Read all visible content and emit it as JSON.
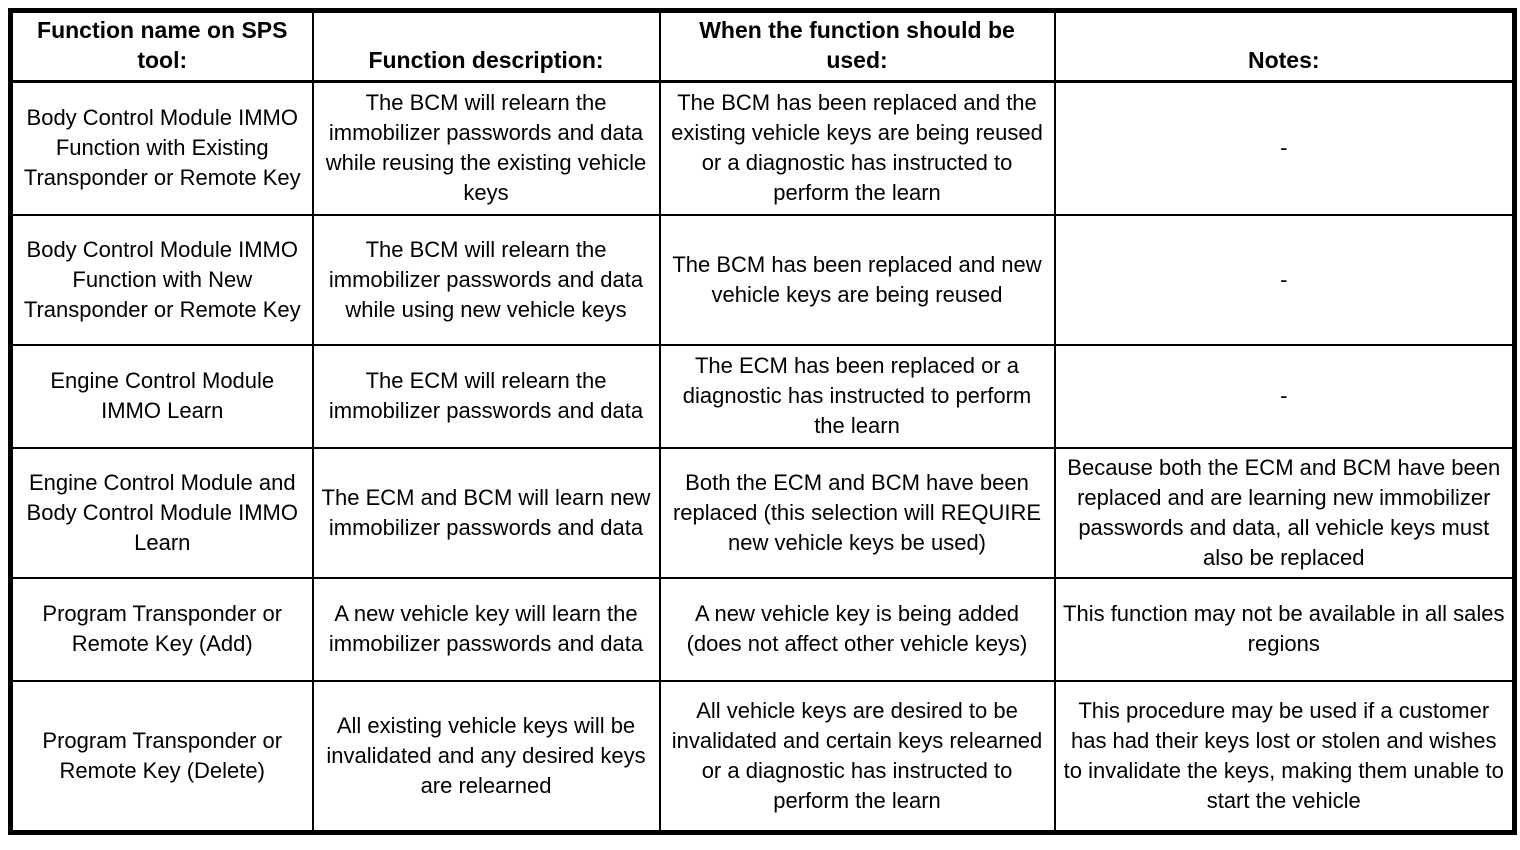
{
  "table": {
    "columns": [
      "Function name on SPS tool:",
      "Function description:",
      "When the function should be used:",
      "Notes:"
    ],
    "rows": [
      {
        "cells": [
          "Body Control Module IMMO Function with Existing Transponder or Remote Key",
          "The BCM will relearn the immobilizer passwords and data while reusing the existing vehicle keys",
          "The BCM has been replaced and the existing vehicle keys are being reused or a diagnostic has instructed to perform the learn",
          "-"
        ]
      },
      {
        "cells": [
          "Body Control Module IMMO Function with New Transponder or Remote Key",
          "The BCM will relearn the immobilizer passwords and data while using new vehicle keys",
          "The BCM has been replaced and new vehicle keys are being reused",
          "-"
        ]
      },
      {
        "cells": [
          "Engine Control Module IMMO Learn",
          "The ECM will relearn the immobilizer passwords and data",
          "The ECM has been replaced or a diagnostic has instructed to perform the learn",
          "-"
        ]
      },
      {
        "cells": [
          "Engine Control Module and Body Control Module IMMO Learn",
          "The ECM and BCM will learn new immobilizer passwords and data",
          "Both the ECM and BCM have been replaced (this selection will REQUIRE new vehicle keys be used)",
          "Because both the ECM and BCM have been replaced and are learning new immobilizer passwords and data, all vehicle keys must also be replaced"
        ]
      },
      {
        "cells": [
          "Program Transponder or Remote Key (Add)",
          "A new vehicle key will learn the immobilizer passwords and data",
          "A new vehicle key is being added (does not affect other vehicle keys)",
          "This function may not be available in all sales regions"
        ]
      },
      {
        "cells": [
          "Program Transponder or Remote Key (Delete)",
          "All existing vehicle keys will be invalidated and any desired keys are relearned",
          "All vehicle keys are desired to be invalidated and certain keys relearned or a diagnostic has instructed to perform the learn",
          "This procedure may be used if a customer has had their keys lost or stolen and wishes to invalidate the keys, making them unable to start the vehicle"
        ]
      }
    ]
  }
}
